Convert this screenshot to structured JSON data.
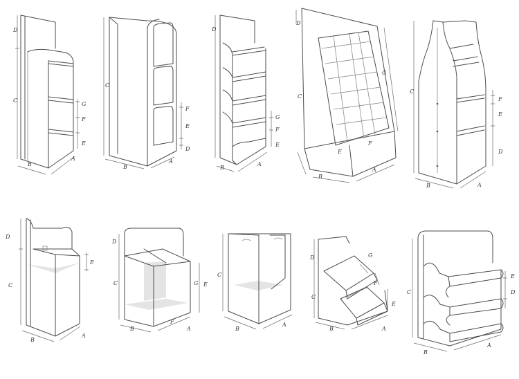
{
  "colors": {
    "line": "#4a4a4a",
    "shade": "#e4e4e4",
    "background": "#ffffff"
  },
  "labels": {
    "a": "A",
    "b": "B",
    "c": "C",
    "d": "D",
    "e": "E",
    "f": "F",
    "g": "G"
  }
}
